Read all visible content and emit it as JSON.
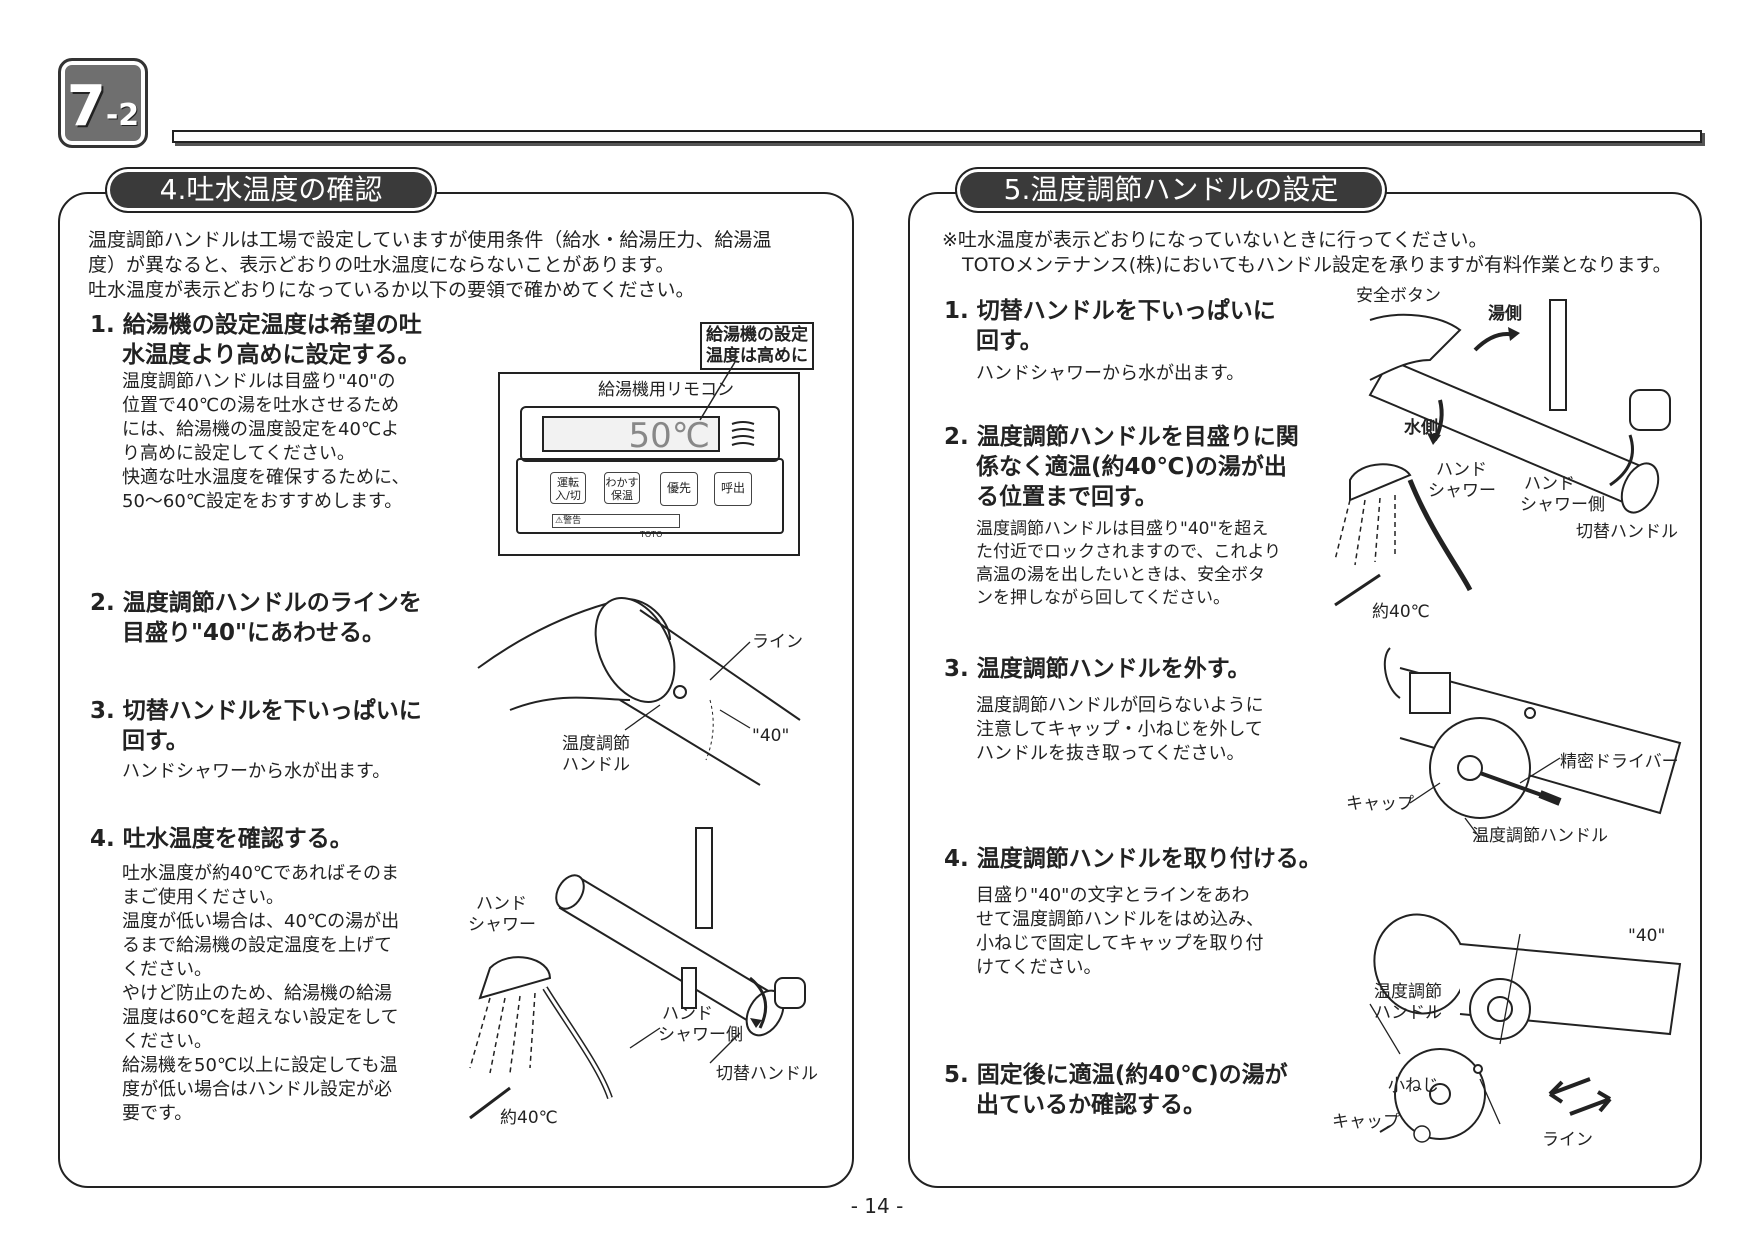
{
  "header": {
    "section_main": "7",
    "section_sub": "-2"
  },
  "left": {
    "title": "4.吐水温度の確認",
    "intro": [
      "温度調節ハンドルは工場で設定していますが使用条件（給水・給湯圧力、給湯温",
      "度）が異なると、表示どおりの吐水温度にならないことがあります。",
      "吐水温度が表示どおりになっているか以下の要領で確かめてください。"
    ],
    "step1": {
      "title": [
        "1. 給湯機の設定温度は希望の吐",
        "水温度より高めに設定する。"
      ],
      "body": [
        "温度調節ハンドルは目盛り\"40\"の",
        "位置で40℃の湯を吐水させるため",
        "には、給湯機の温度設定を40℃よ",
        "り高めに設定してください。",
        "快適な吐水温度を確保するために、",
        "50～60℃設定をおすすめします。"
      ]
    },
    "remote": {
      "callout": [
        "給湯機の設定",
        "温度は高めに"
      ],
      "label": "給湯機用リモコン",
      "display": "50℃",
      "buttons": [
        "運転\n入/切",
        "わかす\n保温",
        "優先",
        "呼出"
      ],
      "warning": "⚠警告",
      "brand": "TOTO"
    },
    "step2": {
      "title": [
        "2. 温度調節ハンドルのラインを",
        "目盛り\"40\"にあわせる。"
      ]
    },
    "step3": {
      "title": [
        "3. 切替ハンドルを下いっぱいに",
        "回す。"
      ],
      "body": "ハンドシャワーから水が出ます。"
    },
    "fig2": {
      "line": "ライン",
      "forty": "\"40\"",
      "handle": [
        "温度調節",
        "ハンドル"
      ]
    },
    "step4": {
      "title": "4. 吐水温度を確認する。",
      "body": [
        "吐水温度が約40℃であればそのま",
        "まご使用ください。",
        "温度が低い場合は、40℃の湯が出",
        "るまで給湯機の設定温度を上げて",
        "ください。",
        "やけど防止のため、給湯機の給湯",
        "温度は60℃を超えない設定をして",
        "ください。",
        "給湯機を50℃以上に設定しても温",
        "度が低い場合はハンドル設定が必",
        "要です。"
      ]
    },
    "fig4": {
      "hand_shower": [
        "ハンド",
        "シャワー"
      ],
      "hand_shower_side": [
        "ハンド",
        "シャワー側"
      ],
      "switch": "切替ハンドル",
      "temp": "約40℃"
    }
  },
  "right": {
    "title": "5.温度調節ハンドルの設定",
    "intro": [
      "※吐水温度が表示どおりになっていないときに行ってください。",
      "TOTOメンテナンス(株)においてもハンドル設定を承りますが有料作業となります。"
    ],
    "step1": {
      "title": [
        "1. 切替ハンドルを下いっぱいに",
        "回す。"
      ],
      "body": "ハンドシャワーから水が出ます。"
    },
    "step2": {
      "title": [
        "2. 温度調節ハンドルを目盛りに関",
        "係なく適温(約40℃)の湯が出",
        "る位置まで回す。"
      ],
      "body": [
        "温度調節ハンドルは目盛り\"40\"を超え",
        "た付近でロックされますので、これより",
        "高温の湯を出したいときは、安全ボタ",
        "ンを押しながら回してください。"
      ]
    },
    "fig1": {
      "safety": "安全ボタン",
      "hot": "湯側",
      "water": "水側",
      "hand_shower": [
        "ハンド",
        "シャワー"
      ],
      "hand_shower_side": [
        "ハンド",
        "シャワー側"
      ],
      "switch": "切替ハンドル",
      "temp": "約40℃"
    },
    "step3": {
      "title": "3. 温度調節ハンドルを外す。",
      "body": [
        "温度調節ハンドルが回らないように",
        "注意してキャップ・小ねじを外して",
        "ハンドルを抜き取ってください。"
      ]
    },
    "fig3": {
      "driver": "精密ドライバー",
      "cap": "キャップ",
      "handle": "温度調節ハンドル"
    },
    "step4": {
      "title": "4. 温度調節ハンドルを取り付ける。",
      "body": [
        "目盛り\"40\"の文字とラインをあわ",
        "せて温度調節ハンドルをはめ込み、",
        "小ねじで固定してキャップを取り付",
        "けてください。"
      ]
    },
    "step5": {
      "title": [
        "5. 固定後に適温(約40℃)の湯が",
        "出ているか確認する。"
      ]
    },
    "fig5": {
      "forty": "\"40\"",
      "handle": [
        "温度調節",
        "ハンドル"
      ],
      "screw": "小ねじ",
      "cap": "キャップ",
      "line": "ライン"
    }
  },
  "footer": {
    "page": "- 14 -"
  }
}
